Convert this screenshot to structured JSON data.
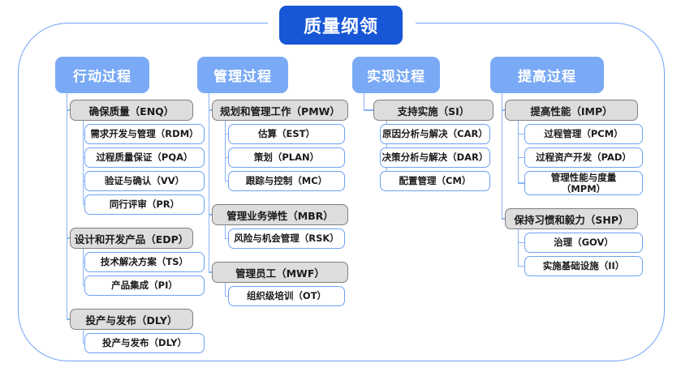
{
  "diagram": {
    "root": {
      "label": "质量纲领"
    },
    "colors": {
      "root_fill": "#1756d6",
      "header_fill": "#7aaaf5",
      "level2_fill": "#dddddd",
      "level2_border": "#808080",
      "level3_border": "#6da2f5",
      "connector": "#89b4f7",
      "frame_border": "#6da2f5"
    },
    "columns": [
      {
        "header": "行动过程",
        "groups": [
          {
            "label": "确保质量（ENQ）",
            "children": [
              "需求开发与管理（RDM）",
              "过程质量保证（PQA）",
              "验证与确认（VV）",
              "同行评审（PR）"
            ]
          },
          {
            "label": "设计和开发产品（EDP）",
            "children": [
              "技术解决方案（TS）",
              "产品集成（PI）"
            ]
          },
          {
            "label": "投产与发布（DLY）",
            "children": [
              "投产与发布（DLY）"
            ]
          }
        ]
      },
      {
        "header": "管理过程",
        "groups": [
          {
            "label": "规划和管理工作（PMW）",
            "children": [
              "估算（EST）",
              "策划（PLAN）",
              "跟踪与控制（MC）"
            ]
          },
          {
            "label": "管理业务弹性（MBR）",
            "children": [
              "风险与机会管理（RSK）"
            ]
          },
          {
            "label": "管理员工（MWF）",
            "children": [
              "组织级培训（OT）"
            ]
          }
        ]
      },
      {
        "header": "实现过程",
        "groups": [
          {
            "label": "支持实施（SI）",
            "children": [
              "原因分析与解决（CAR）",
              "决策分析与解决（DAR）",
              "配置管理（CM）"
            ]
          }
        ]
      },
      {
        "header": "提高过程",
        "groups": [
          {
            "label": "提高性能（IMP）",
            "children": [
              "过程管理（PCM）",
              "过程资产开发（PAD）",
              "管理性能与度量\n（MPM）"
            ]
          },
          {
            "label": "保持习惯和毅力（SHP）",
            "children": [
              "治理（GOV）",
              "实施基础设施（II）"
            ]
          }
        ]
      }
    ]
  }
}
